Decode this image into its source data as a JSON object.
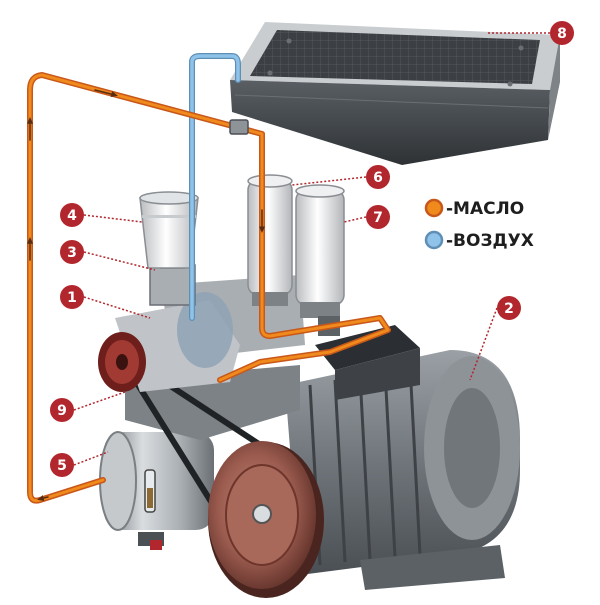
{
  "colors": {
    "oil": "#f08a1c",
    "oil_core": "#c8571a",
    "air": "#8fc3ea",
    "badge": "#b2272d",
    "leader": "#b2272d",
    "legend_text": "#1e1e1e"
  },
  "callouts": [
    {
      "number": "1"
    },
    {
      "number": "2"
    },
    {
      "number": "3"
    },
    {
      "number": "4"
    },
    {
      "number": "5"
    },
    {
      "number": "6"
    },
    {
      "number": "7"
    },
    {
      "number": "8"
    },
    {
      "number": "9"
    }
  ],
  "legend": [
    {
      "label": "-МАСЛО",
      "swatch": "oil-swatch-icon"
    },
    {
      "label": "-ВОЗДУХ",
      "swatch": "air-swatch-icon"
    }
  ]
}
